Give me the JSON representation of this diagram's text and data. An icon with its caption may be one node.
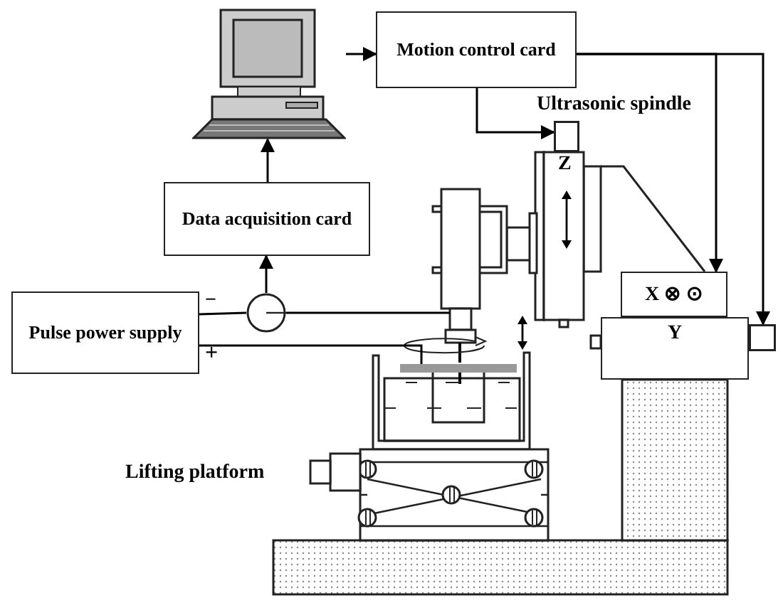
{
  "diagram": {
    "nodes": [
      {
        "text": [],
        "shape": "picture"
      },
      {
        "text": [
          "Motion control card"
        ]
      },
      {
        "text": [
          "Data acquisition card"
        ]
      },
      {
        "text": [
          "Pulse power supply"
        ]
      },
      {
        "text": [],
        "shape": "circle"
      },
      {
        "text": [],
        "shape": "box"
      },
      {
        "text": [
          "X ⊗ ⊙"
        ]
      },
      {
        "text": [
          "Y"
        ]
      },
      {
        "text": [],
        "shape": "box"
      },
      {
        "text": [],
        "shape": "bar"
      },
      {
        "text": [],
        "shape": "picture"
      }
    ],
    "edges": [
      {
        "from": 0,
        "to": 1,
        "arrow": "to"
      },
      {
        "from": 2,
        "to": 0,
        "arrow": "to"
      },
      {
        "from": 4,
        "to": 2,
        "arrow": "to"
      },
      {
        "from": 1,
        "to": 5,
        "arrow": "to"
      },
      {
        "from": 1,
        "to": 6,
        "arrow": "to"
      },
      {
        "from": 1,
        "to": 8,
        "arrow": "to"
      },
      {
        "from": 3,
        "to": 4,
        "arrow": "none"
      },
      {
        "from": 4,
        "to": 10,
        "arrow": "none"
      },
      {
        "from": 3,
        "to": 9,
        "arrow": "none"
      }
    ],
    "labels": [
      "Ultrasonic spindle",
      "−",
      "+",
      "Z",
      "Lifting platform"
    ]
  }
}
